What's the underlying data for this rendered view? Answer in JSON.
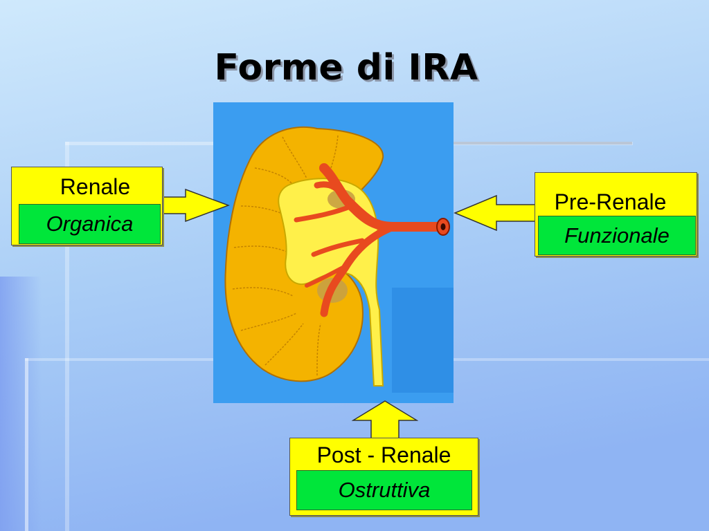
{
  "slide": {
    "title": "Forme di IRA"
  },
  "diagram": {
    "renale": {
      "label": "Renale",
      "sublabel": "Organica"
    },
    "pre_renale": {
      "label": "Pre-Renale",
      "sublabel": "Funzionale"
    },
    "post_renale": {
      "label": "Post - Renale",
      "sublabel": "Ostruttiva"
    }
  },
  "colors": {
    "background_top": "#c7e5fb",
    "background_bottom": "#8fb2f2",
    "label_box": "#ffff00",
    "sub_box": "#00e63a",
    "kidney_panel": "#3b9df0",
    "kidney_cortex": "#f4b300",
    "kidney_pelvis": "#fff04a",
    "vessel": "#e84a1f"
  }
}
